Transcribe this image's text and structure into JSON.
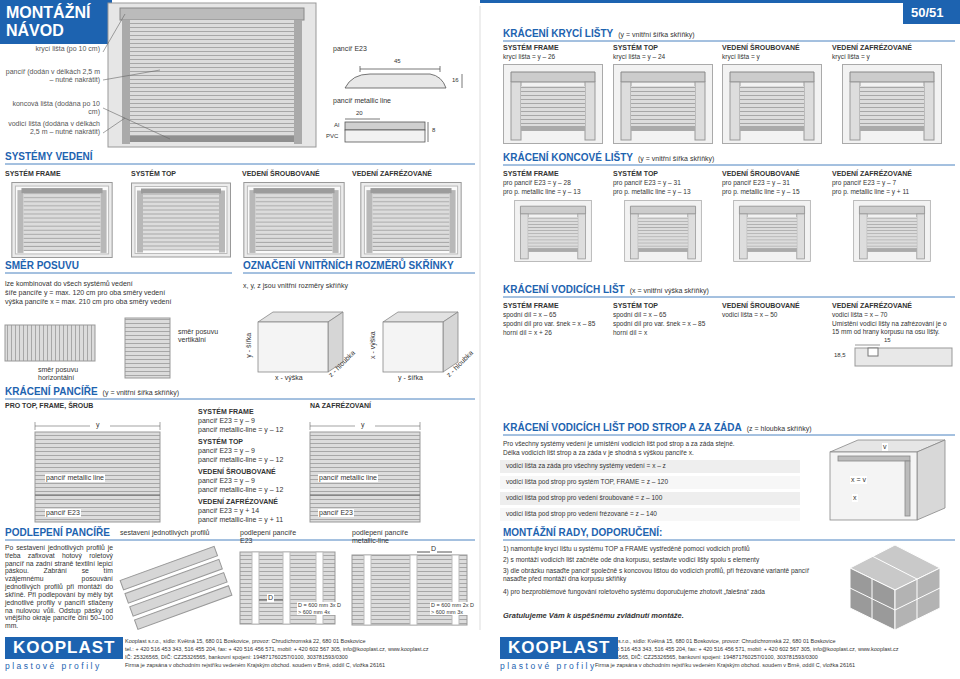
{
  "diagram": {
    "title": "MONTÁŽNÍ NÁVOD",
    "nodes": [
      {
        "text": [
          "KOOPLAST",
          "plastové profily"
        ]
      },
      {
        "text": [
          "KOOPLAST",
          "plastové profily"
        ]
      }
    ],
    "labels": [
      "krycí lišta (po 10 cm)",
      "pancíř (dodán v délkách 2,5 m – nutné nakrátit)",
      "koncová lišta (dodána po 10 cm)",
      "vodicí lišta (dodána v délkách 2,5 m – nutné nakrátit)",
      "pancíř E23",
      "45",
      "16",
      "pancíř metallic line",
      "20",
      "Al",
      "PVC",
      "8",
      "SYSTÉMY VEDENÍ",
      "SYSTÉM FRAME",
      "SYSTÉM TOP",
      "VEDENÍ ŠROUBOVANÉ",
      "VEDENÍ ZAFRÉZOVANÉ",
      "SMĚR POSUVU",
      "lze kombinovat do všech systémů vedení",
      "šíře pancíře y = max. 120 cm pro oba směry vedení",
      "výška pancíře x = max. 210 cm pro oba směry vedení",
      "směr posuvu vertikální",
      "směr posuvu horizontální",
      "OZNAČENÍ VNITŘNÍCH ROZMĚRŮ SKŘÍNKY",
      "x, y, z jsou vnitřní rozměry skříňky",
      "y - šířka",
      "x - výška",
      "z - hloubka",
      "x - výška",
      "y - šířka",
      "z - hloubka",
      "KRÁCENÍ PANCÍŘE",
      "(y = vnitřní šířka skříňky)",
      "PRO TOP, FRAME, ŠROUB",
      "y",
      "pancíř metallic line",
      "pancíř E23",
      "SYSTÉM FRAME",
      "pancíř E23 = y – 9",
      "pancíř metallic-line = y – 12",
      "SYSTÉM TOP",
      "pancíř E23 = y – 9",
      "pancíř metallic-line = y – 12",
      "VEDENÍ ŠROUBOVANÉ",
      "pancíř E23 = y – 9",
      "pancíř metallic-line = y – 12",
      "VEDENÍ ZAFRÉZOVANÉ",
      "pancíř E23 = y + 14",
      "pancíř metallic-line = y + 11",
      "NA ZAFRÉZOVANÍ",
      "y",
      "pancíř metallic line",
      "pancíř E23",
      "PODLEPENÍ PANCÍŘE",
      "Po sestavení jednotlivých profilů je třeba zafixovat hotový roletový pancíř na zadní straně textilní lepicí páskou. Zabrání se tím vzájemnému posouvání jednotlivých profilů při montáži do skříně. Při podlepování by měly být jednotlivé profily v pancíři stlačeny na nulovou vůli. Odstup pásky od vnějšího okraje pancíře činí 50–100 mm.",
      "sestavení jednotlivých profilů",
      "podlepení pancíře E23",
      "D",
      "D = 600 mm 3x D > 600 mm 4x",
      "podlepení pancíře metallic-line",
      "D",
      "D = 600 mm 2x D > 600 mm 3x",
      "Kooplast s.r.o., sídlo: Květná 15, 680 01 Boskovice, provoz: Chrudichromská 22, 680 01 Boskovice",
      "tel.: + 420 516 453 343, 516 455 204, fax: + 420 516 456 571, mobil: + 420 602 567 305, info@kooplast.cz, www.kooplast.cz",
      "IČ: 25326565, DIČ: CZ25326565, bankovní spojení: 194871760257/0100, 303781593/0300",
      "Firma je zapsána v obchodním rejstříku vedeném Krajským obchod. soudem v Brně, oddíl C, vložka 26161",
      "50/51",
      "KRÁCENÍ KRYCÍ LIŠTY",
      "(y = vnitřní šířka skříňky)",
      "SYSTÉM FRAME",
      "krycí lišta = y – 26",
      "SYSTÉM TOP",
      "krycí lišta = y – 24",
      "VEDENÍ ŠROUBOVANÉ",
      "krycí lišta = y",
      "VEDENÍ ZAFRÉZOVANÉ",
      "krycí lišta = y",
      "KRÁCENÍ KONCOVÉ LIŠTY",
      "(y = vnitřní šířka skříňky)",
      "SYSTÉM FRAME",
      "pro pancíř E23 = y – 28",
      "pro p. metallic line = y – 13",
      "SYSTÉM TOP",
      "pro pancíř E23 = y – 31",
      "pro p. metallic line = y – 13",
      "VEDENÍ ŠROUBOVANÉ",
      "pro pancíř E23 = y – 31",
      "pro p. metallic line = y – 15",
      "VEDENÍ ZAFRÉZOVANÉ",
      "pro pancíř E23 = y – 7",
      "pro p. metallic line = y + 11",
      "KRÁCENÍ VODICÍCH LIŠT",
      "(x = vnitřní výška skříňky)",
      "SYSTÉM FRAME",
      "spodní díl = x – 65",
      "spodní díl pro var. šnek = x – 85",
      "horní díl = x + 26",
      "SYSTÉM TOP",
      "spodní díl = x – 65",
      "spodní díl pro var. šnek = x – 85",
      "horní díl = x",
      "VEDENÍ ŠROUBOVANÉ",
      "vodicí lišta = x – 50",
      "VEDENÍ ZAFRÉZOVANÉ",
      "vodicí lišta = x – 70",
      "Umístění vodicí lišty na zafrézování je o 15 mm od hrany korpusu na osu lišty.",
      "15",
      "18,5",
      "KRÁCENÍ VODICÍCH LIŠT POD STROP A ZA ZÁDA",
      "(z = hloubka skříňky)",
      "Pro všechny systémy vedení je umístění vodicích lišt pod strop a za záda stejné.",
      "Délka vodicích lišt strop a za záda v je shodná s výškou pancíře x.",
      "vodicí lišta za záda pro všechny systémy vedení = x – z",
      "vodicí lišta pod strop pro systém TOP, FRAME = z – 120",
      "vodicí lišta pod strop pro vedení šroubované = z – 100",
      "vodicí lišta pod strop pro vedení frézované = z – 140",
      "v",
      "x = v",
      "x",
      "MONTÁŽNÍ RADY, DOPORUČENÍ:",
      "1) namontujte krycí lištu u systému TOP a FRAME vystředěně pomocí vodicích profilů",
      "2) s montáží vodicích lišt začněte ode dna korpusu, sestavte vodicí lišty spolu s elementy",
      "3) dle obrázku nasaďte pancíř společně s koncovou lištou do vodicích profilů, při frézované variantě pancíř nasaďte před montáží dna korpusu skříňky",
      "4) pro bezproblémové fungování roletového systému doporučujeme zhotovit „falešná“ záda",
      "Gratulujeme Vám k úspěšnému zvládnutí montáže.",
      "Kooplast s.r.o., sídlo: Květná 15, 680 01 Boskovice, provoz: Chrudichromská 22, 680 01 Boskovice",
      "tel.: + 420 516 453 343, 516 455 204, fax: + 420 516 456 571, mobil: + 420 602 567 305, info@kooplast.cz, www.kooplast.cz",
      "IČ: 25326565, DIČ: CZ25326565, bankovní spojení: 194871760257/0100, 303781593/0300",
      "Firma je zapsána v obchodním rejstříku vedeném Krajským obchod. soudem v Brně, oddíl C, vložka 26161"
    ]
  }
}
